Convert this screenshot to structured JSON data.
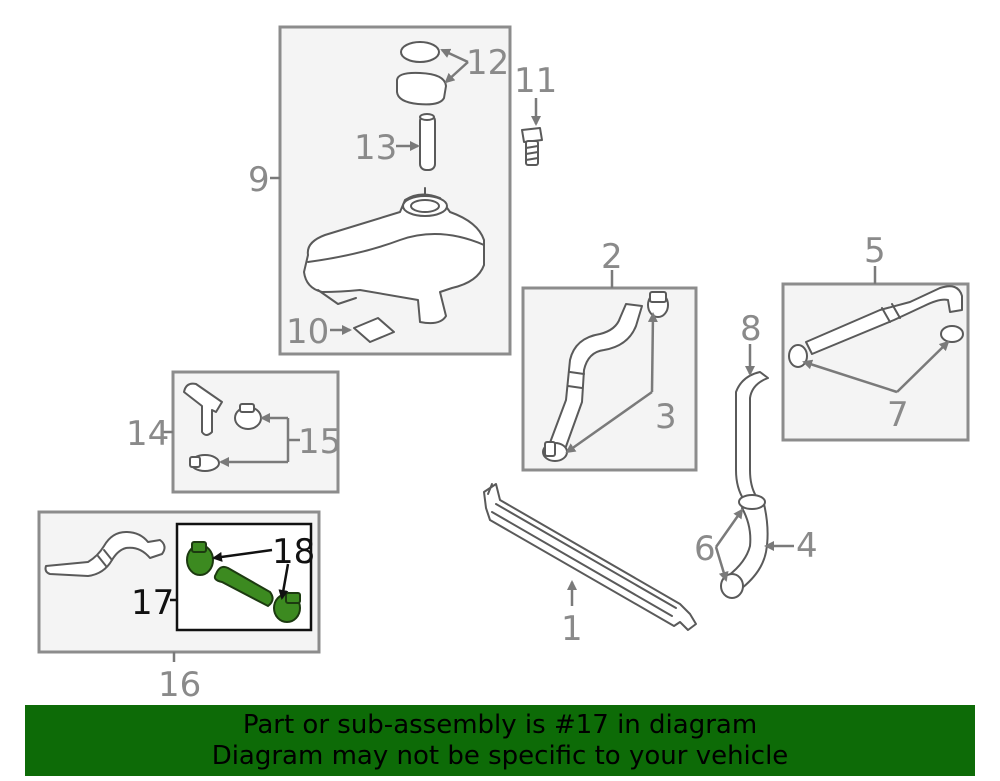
{
  "callouts": {
    "c1": "1",
    "c2": "2",
    "c3": "3",
    "c4": "4",
    "c5": "5",
    "c6": "6",
    "c7": "7",
    "c8": "8",
    "c9": "9",
    "c10": "10",
    "c11": "11",
    "c12": "12",
    "c13": "13",
    "c14": "14",
    "c15": "15",
    "c16": "16",
    "c17": "17",
    "c18": "18"
  },
  "banner": {
    "line1": "Part or sub-assembly is #17 in diagram",
    "line2": "Diagram may not be specific to your vehicle"
  },
  "colors": {
    "banner_background": "#0d6b07",
    "highlight_part": "#3c8a20"
  }
}
